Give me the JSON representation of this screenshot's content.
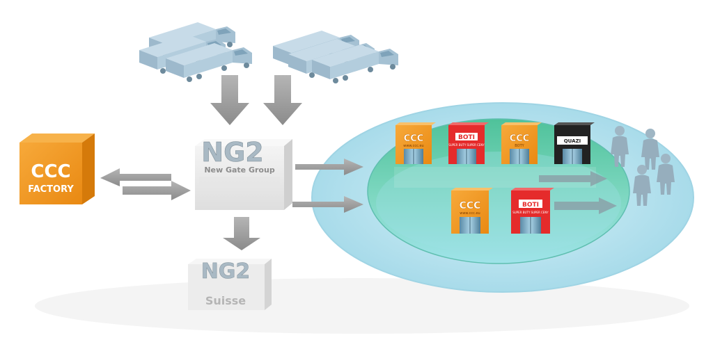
{
  "factory": {
    "line1": "CCC",
    "line2": "FACTORY"
  },
  "hub": {
    "title": "NG2",
    "subtitle": "New Gate Group"
  },
  "swiss": {
    "title": "NG2",
    "subtitle": "Suisse"
  },
  "stores": {
    "ccc_1": {
      "sign": "CCC",
      "url": "www.ccc.eu"
    },
    "boti_1": {
      "sign": "BOTI",
      "tagline": "SUPER BUTY SUPER CENY"
    },
    "ccc_boty": {
      "sign": "CCC",
      "sub": "BOTY"
    },
    "quazi": {
      "sign": "QUAZI"
    },
    "ccc_2": {
      "sign": "CCC",
      "url": "www.ccc.eu"
    },
    "boti_2": {
      "sign": "BOTI",
      "tagline": "SUPER BUTY SUPER CENY"
    }
  },
  "colors": {
    "orange": "#f29a1f",
    "red": "#e52b2b",
    "black": "#222222",
    "grey": "#9a9a9a",
    "truck": "#a9c4d6",
    "outer_disk": "#bfe6f1",
    "inner_disk": "#6fd0c8",
    "people": "#9fb6c4"
  },
  "icons": [
    "truck-icon",
    "arrow-icon",
    "person-icon",
    "store-icon"
  ]
}
